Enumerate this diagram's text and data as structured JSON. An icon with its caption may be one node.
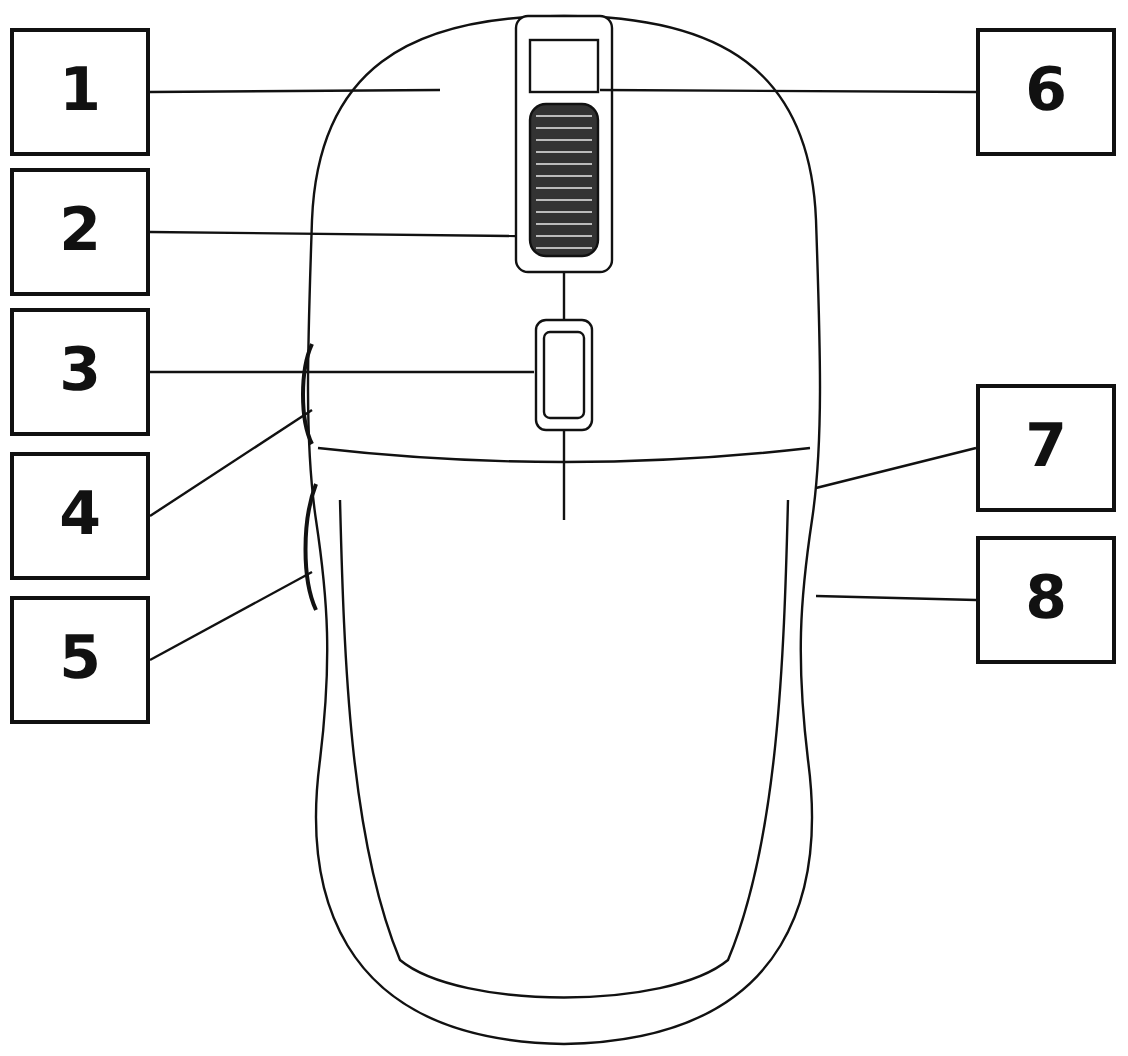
{
  "diagram": {
    "nodes": [
      {
        "text": [
          "1"
        ]
      },
      {
        "text": [
          "2"
        ]
      },
      {
        "text": [
          "3"
        ]
      },
      {
        "text": [
          "4"
        ]
      },
      {
        "text": [
          "5"
        ]
      },
      {
        "text": [
          "6"
        ]
      },
      {
        "text": [
          "7"
        ]
      },
      {
        "text": [
          "8"
        ]
      }
    ],
    "edges": [
      {
        "from": 0,
        "to": null,
        "arrow": "none"
      },
      {
        "from": 1,
        "to": null,
        "arrow": "none"
      },
      {
        "from": 2,
        "to": null,
        "arrow": "none"
      },
      {
        "from": 3,
        "to": null,
        "arrow": "none"
      },
      {
        "from": 4,
        "to": null,
        "arrow": "none"
      },
      {
        "from": 5,
        "to": null,
        "arrow": "none"
      },
      {
        "from": 6,
        "to": null,
        "arrow": "none"
      },
      {
        "from": 7,
        "to": null,
        "arrow": "none"
      }
    ]
  }
}
